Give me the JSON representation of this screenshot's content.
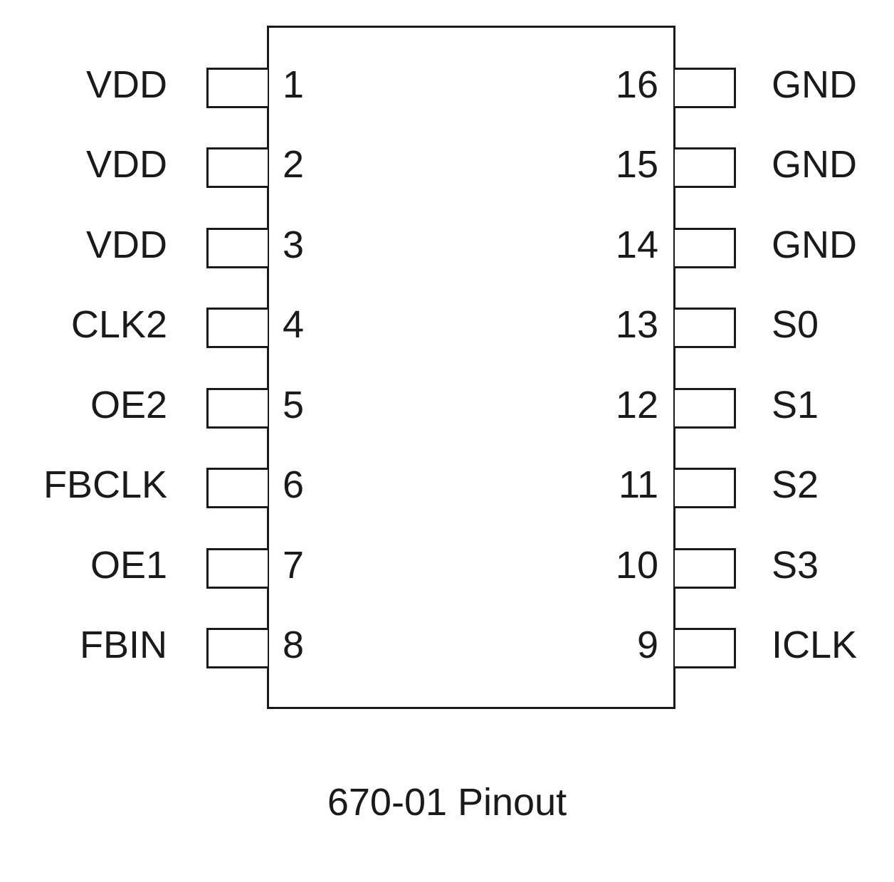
{
  "caption": "670-01 Pinout",
  "pins": {
    "left": [
      {
        "number": "1",
        "name": "VDD"
      },
      {
        "number": "2",
        "name": "VDD"
      },
      {
        "number": "3",
        "name": "VDD"
      },
      {
        "number": "4",
        "name": "CLK2"
      },
      {
        "number": "5",
        "name": "OE2"
      },
      {
        "number": "6",
        "name": "FBCLK"
      },
      {
        "number": "7",
        "name": "OE1"
      },
      {
        "number": "8",
        "name": "FBIN"
      }
    ],
    "right": [
      {
        "number": "16",
        "name": "GND"
      },
      {
        "number": "15",
        "name": "GND"
      },
      {
        "number": "14",
        "name": "GND"
      },
      {
        "number": "13",
        "name": "S0"
      },
      {
        "number": "12",
        "name": "S1"
      },
      {
        "number": "11",
        "name": "S2"
      },
      {
        "number": "10",
        "name": "S3"
      },
      {
        "number": "9",
        "name": "ICLK"
      }
    ]
  }
}
